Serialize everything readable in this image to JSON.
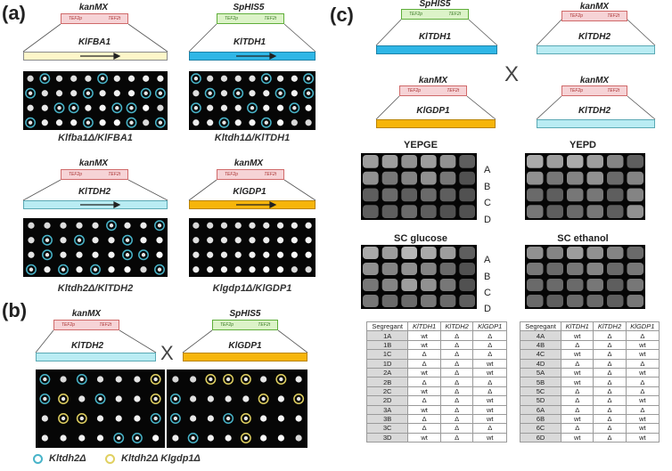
{
  "panels": {
    "a": "(a)",
    "b": "(b)",
    "c": "(c)"
  },
  "tags": {
    "promoter": "TEF2p",
    "terminator": "TEF2t"
  },
  "colors": {
    "kan_box": "#f6d3d6",
    "his_box": "#dcf3c8",
    "cream": "#fdf6c9",
    "blue": "#2fb6e6",
    "light_blue": "#b9ecf3",
    "orange": "#f6b50a",
    "circle_cyan": "#48b4c9",
    "circle_yellow": "#e0d060"
  },
  "a": {
    "constructs": [
      {
        "cassette": "kanMX",
        "gene": "KlFBA1",
        "caption": "Klfba1Δ/KlFBA1"
      },
      {
        "cassette": "SpHIS5",
        "gene": "KlTDH1",
        "caption": "Kltdh1Δ/KlTDH1"
      },
      {
        "cassette": "kanMX",
        "gene": "KlTDH2",
        "caption": "Kltdh2Δ/KlTDH2"
      },
      {
        "cassette": "kanMX",
        "gene": "KlGDP1",
        "caption": "Klgdp1Δ/KlGDP1"
      }
    ]
  },
  "b": {
    "cross_symbol": "X",
    "left": {
      "cassette": "kanMX",
      "gene": "KlTDH2"
    },
    "right": {
      "cassette": "SpHIS5",
      "gene": "KlGDP1"
    },
    "legend": [
      {
        "label": "Kltdh2Δ",
        "color": "cyan"
      },
      {
        "label": "Kltdh2Δ Klgdp1Δ",
        "color": "yellow"
      }
    ]
  },
  "c": {
    "cross_symbol": "X",
    "top_left": {
      "cassette": "SpHIS5",
      "gene": "KlTDH1"
    },
    "top_right": {
      "cassette": "kanMX",
      "gene": "KlTDH2"
    },
    "bottom_left": {
      "cassette": "kanMX",
      "gene": "KlGDP1"
    },
    "bottom_right": {
      "cassette": "kanMX",
      "gene": "KlTDH2"
    },
    "conditions": [
      "YEPGE",
      "YEPD",
      "SC glucose",
      "SC ethanol"
    ],
    "rows": [
      "A",
      "B",
      "C",
      "D"
    ],
    "table_headers": [
      "Segregant",
      "KlTDH1",
      "KlTDH2",
      "KlGDP1"
    ],
    "table_left": [
      [
        "1A",
        "wt",
        "Δ",
        "Δ"
      ],
      [
        "1B",
        "wt",
        "Δ",
        "Δ"
      ],
      [
        "1C",
        "Δ",
        "Δ",
        "Δ"
      ],
      [
        "1D",
        "Δ",
        "Δ",
        "wt"
      ],
      [
        "2A",
        "wt",
        "Δ",
        "wt"
      ],
      [
        "2B",
        "Δ",
        "Δ",
        "Δ"
      ],
      [
        "2C",
        "wt",
        "Δ",
        "Δ"
      ],
      [
        "2D",
        "Δ",
        "Δ",
        "wt"
      ],
      [
        "3A",
        "wt",
        "Δ",
        "wt"
      ],
      [
        "3B",
        "Δ",
        "Δ",
        "wt"
      ],
      [
        "3C",
        "Δ",
        "Δ",
        "Δ"
      ],
      [
        "3D",
        "wt",
        "Δ",
        "wt"
      ]
    ],
    "table_right": [
      [
        "4A",
        "wt",
        "Δ",
        "Δ"
      ],
      [
        "4B",
        "Δ",
        "Δ",
        "wt"
      ],
      [
        "4C",
        "wt",
        "Δ",
        "wt"
      ],
      [
        "4D",
        "Δ",
        "Δ",
        "Δ"
      ],
      [
        "5A",
        "wt",
        "Δ",
        "wt"
      ],
      [
        "5B",
        "wt",
        "Δ",
        "Δ"
      ],
      [
        "5C",
        "Δ",
        "Δ",
        "Δ"
      ],
      [
        "5D",
        "Δ",
        "Δ",
        "wt"
      ],
      [
        "6A",
        "Δ",
        "Δ",
        "Δ"
      ],
      [
        "6B",
        "wt",
        "Δ",
        "wt"
      ],
      [
        "6C",
        "Δ",
        "Δ",
        "wt"
      ],
      [
        "6D",
        "wt",
        "Δ",
        "wt"
      ]
    ]
  }
}
